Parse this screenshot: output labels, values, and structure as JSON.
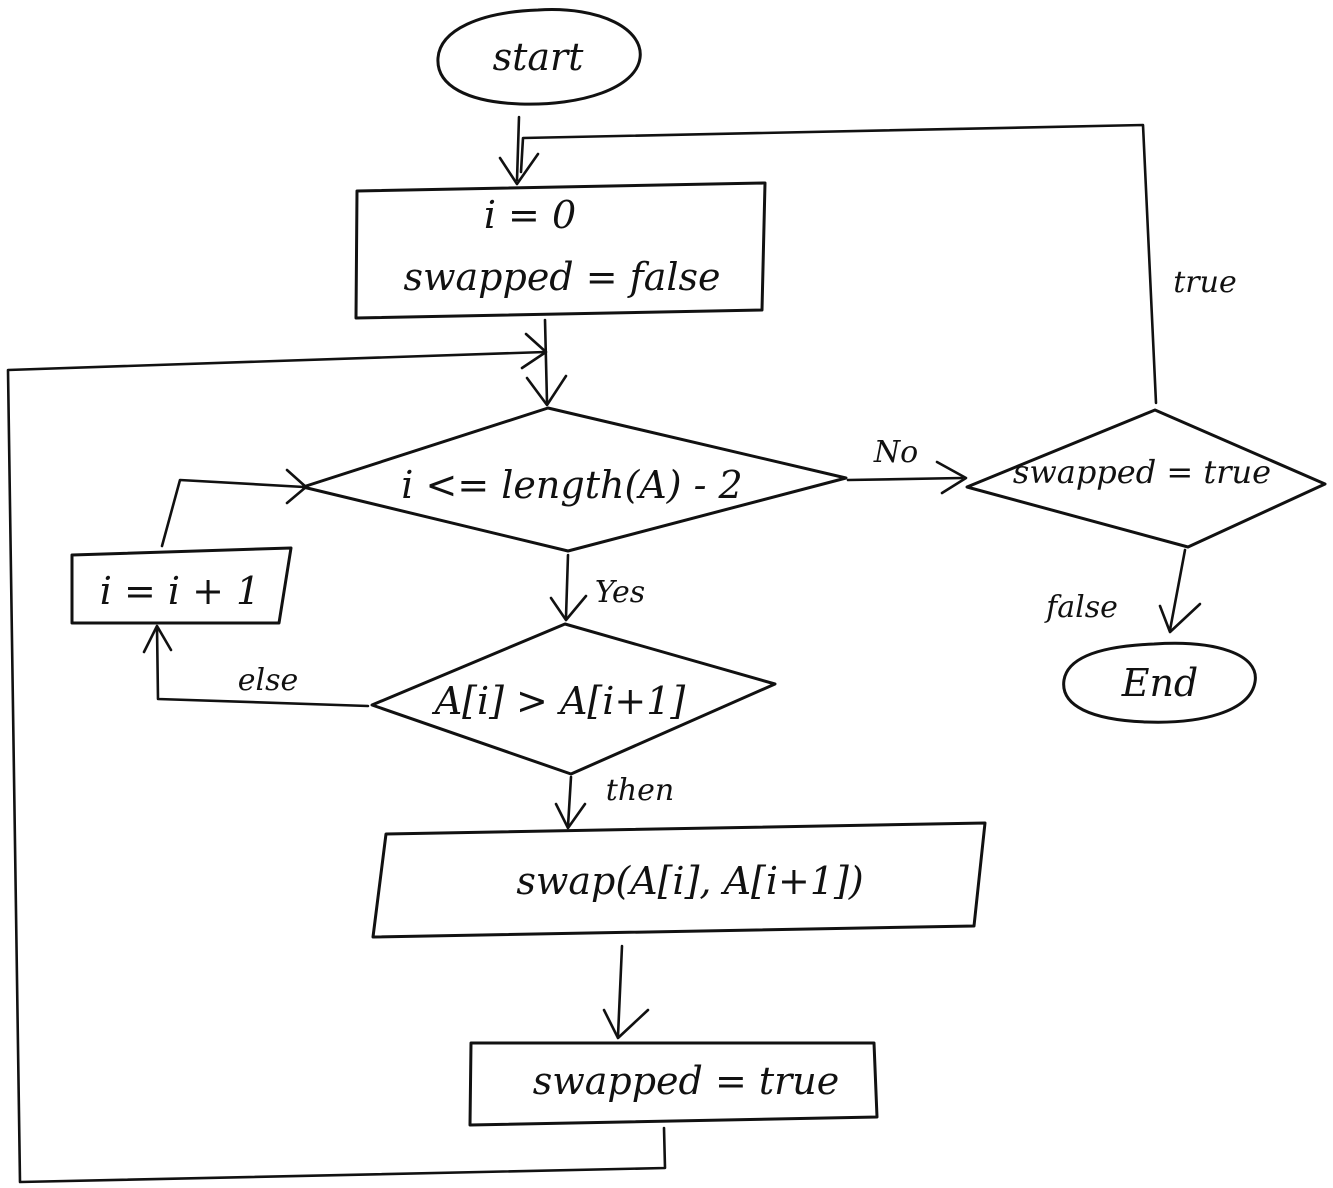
{
  "diagram": {
    "type": "flowchart",
    "style": "hand-drawn",
    "nodes": {
      "start": {
        "shape": "ellipse",
        "label": "start"
      },
      "init": {
        "shape": "rectangle",
        "line1": "i = 0",
        "line2": "swapped = false"
      },
      "loop_check": {
        "shape": "diamond",
        "label": "i <= length(A) - 2"
      },
      "compare": {
        "shape": "diamond",
        "label": "A[i] > A[i+1]"
      },
      "increment": {
        "shape": "rectangle",
        "label": "i = i + 1"
      },
      "swap": {
        "shape": "rectangle",
        "label": "swap(A[i], A[i+1])"
      },
      "set_swapped": {
        "shape": "rectangle",
        "label": "swapped = true"
      },
      "swapped_check": {
        "shape": "diamond",
        "label": "swapped = true"
      },
      "end": {
        "shape": "ellipse",
        "label": "End"
      }
    },
    "edges": {
      "loop_no": {
        "from": "loop_check",
        "to": "swapped_check",
        "label": "No"
      },
      "loop_yes": {
        "from": "loop_check",
        "to": "compare",
        "label": "Yes"
      },
      "compare_then": {
        "from": "compare",
        "to": "swap",
        "label": "then"
      },
      "compare_else": {
        "from": "compare",
        "to": "increment",
        "label": "else"
      },
      "swapped_true": {
        "from": "swapped_check",
        "to": "init",
        "label": "true"
      },
      "swapped_false": {
        "from": "swapped_check",
        "to": "end",
        "label": "false"
      },
      "start_to_init": {
        "from": "start",
        "to": "init",
        "label": ""
      },
      "init_to_loop": {
        "from": "init",
        "to": "loop_check",
        "label": ""
      },
      "increment_to_loop": {
        "from": "increment",
        "to": "loop_check",
        "label": ""
      },
      "swap_to_set": {
        "from": "swap",
        "to": "set_swapped",
        "label": ""
      },
      "set_to_loop": {
        "from": "set_swapped",
        "to": "loop_check",
        "label": ""
      }
    }
  }
}
